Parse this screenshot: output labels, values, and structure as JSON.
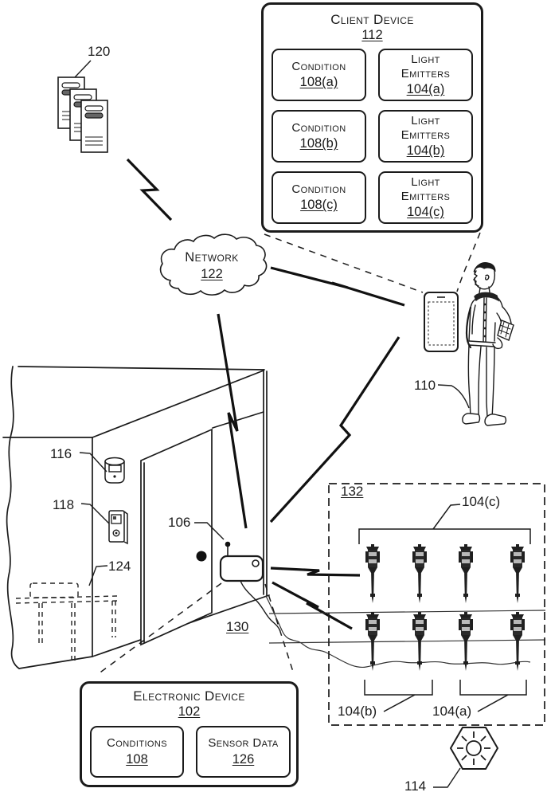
{
  "client_device": {
    "title": "Client Device",
    "ref": "112",
    "cells": [
      {
        "label": "Condition",
        "ref": "108(a)"
      },
      {
        "label": "Light Emitters",
        "ref": "104(a)"
      },
      {
        "label": "Condition",
        "ref": "108(b)"
      },
      {
        "label": "Light Emitters",
        "ref": "104(b)"
      },
      {
        "label": "Condition",
        "ref": "108(c)"
      },
      {
        "label": "Light Emitters",
        "ref": "104(c)"
      }
    ]
  },
  "network": {
    "title": "Network",
    "ref": "122"
  },
  "electronic_device": {
    "title": "Electronic Device",
    "ref": "102",
    "cells": [
      {
        "label": "Conditions",
        "ref": "108"
      },
      {
        "label": "Sensor Data",
        "ref": "126"
      }
    ]
  },
  "callouts": {
    "servers": "120",
    "wall_sensor": "116",
    "doorbell": "118",
    "table": "124",
    "button": "106",
    "user": "110",
    "environment": "130",
    "lights_region": "132",
    "light_group_c": "104(c)",
    "light_group_b": "104(b)",
    "light_group_a": "104(a)",
    "light_icon": "114"
  }
}
